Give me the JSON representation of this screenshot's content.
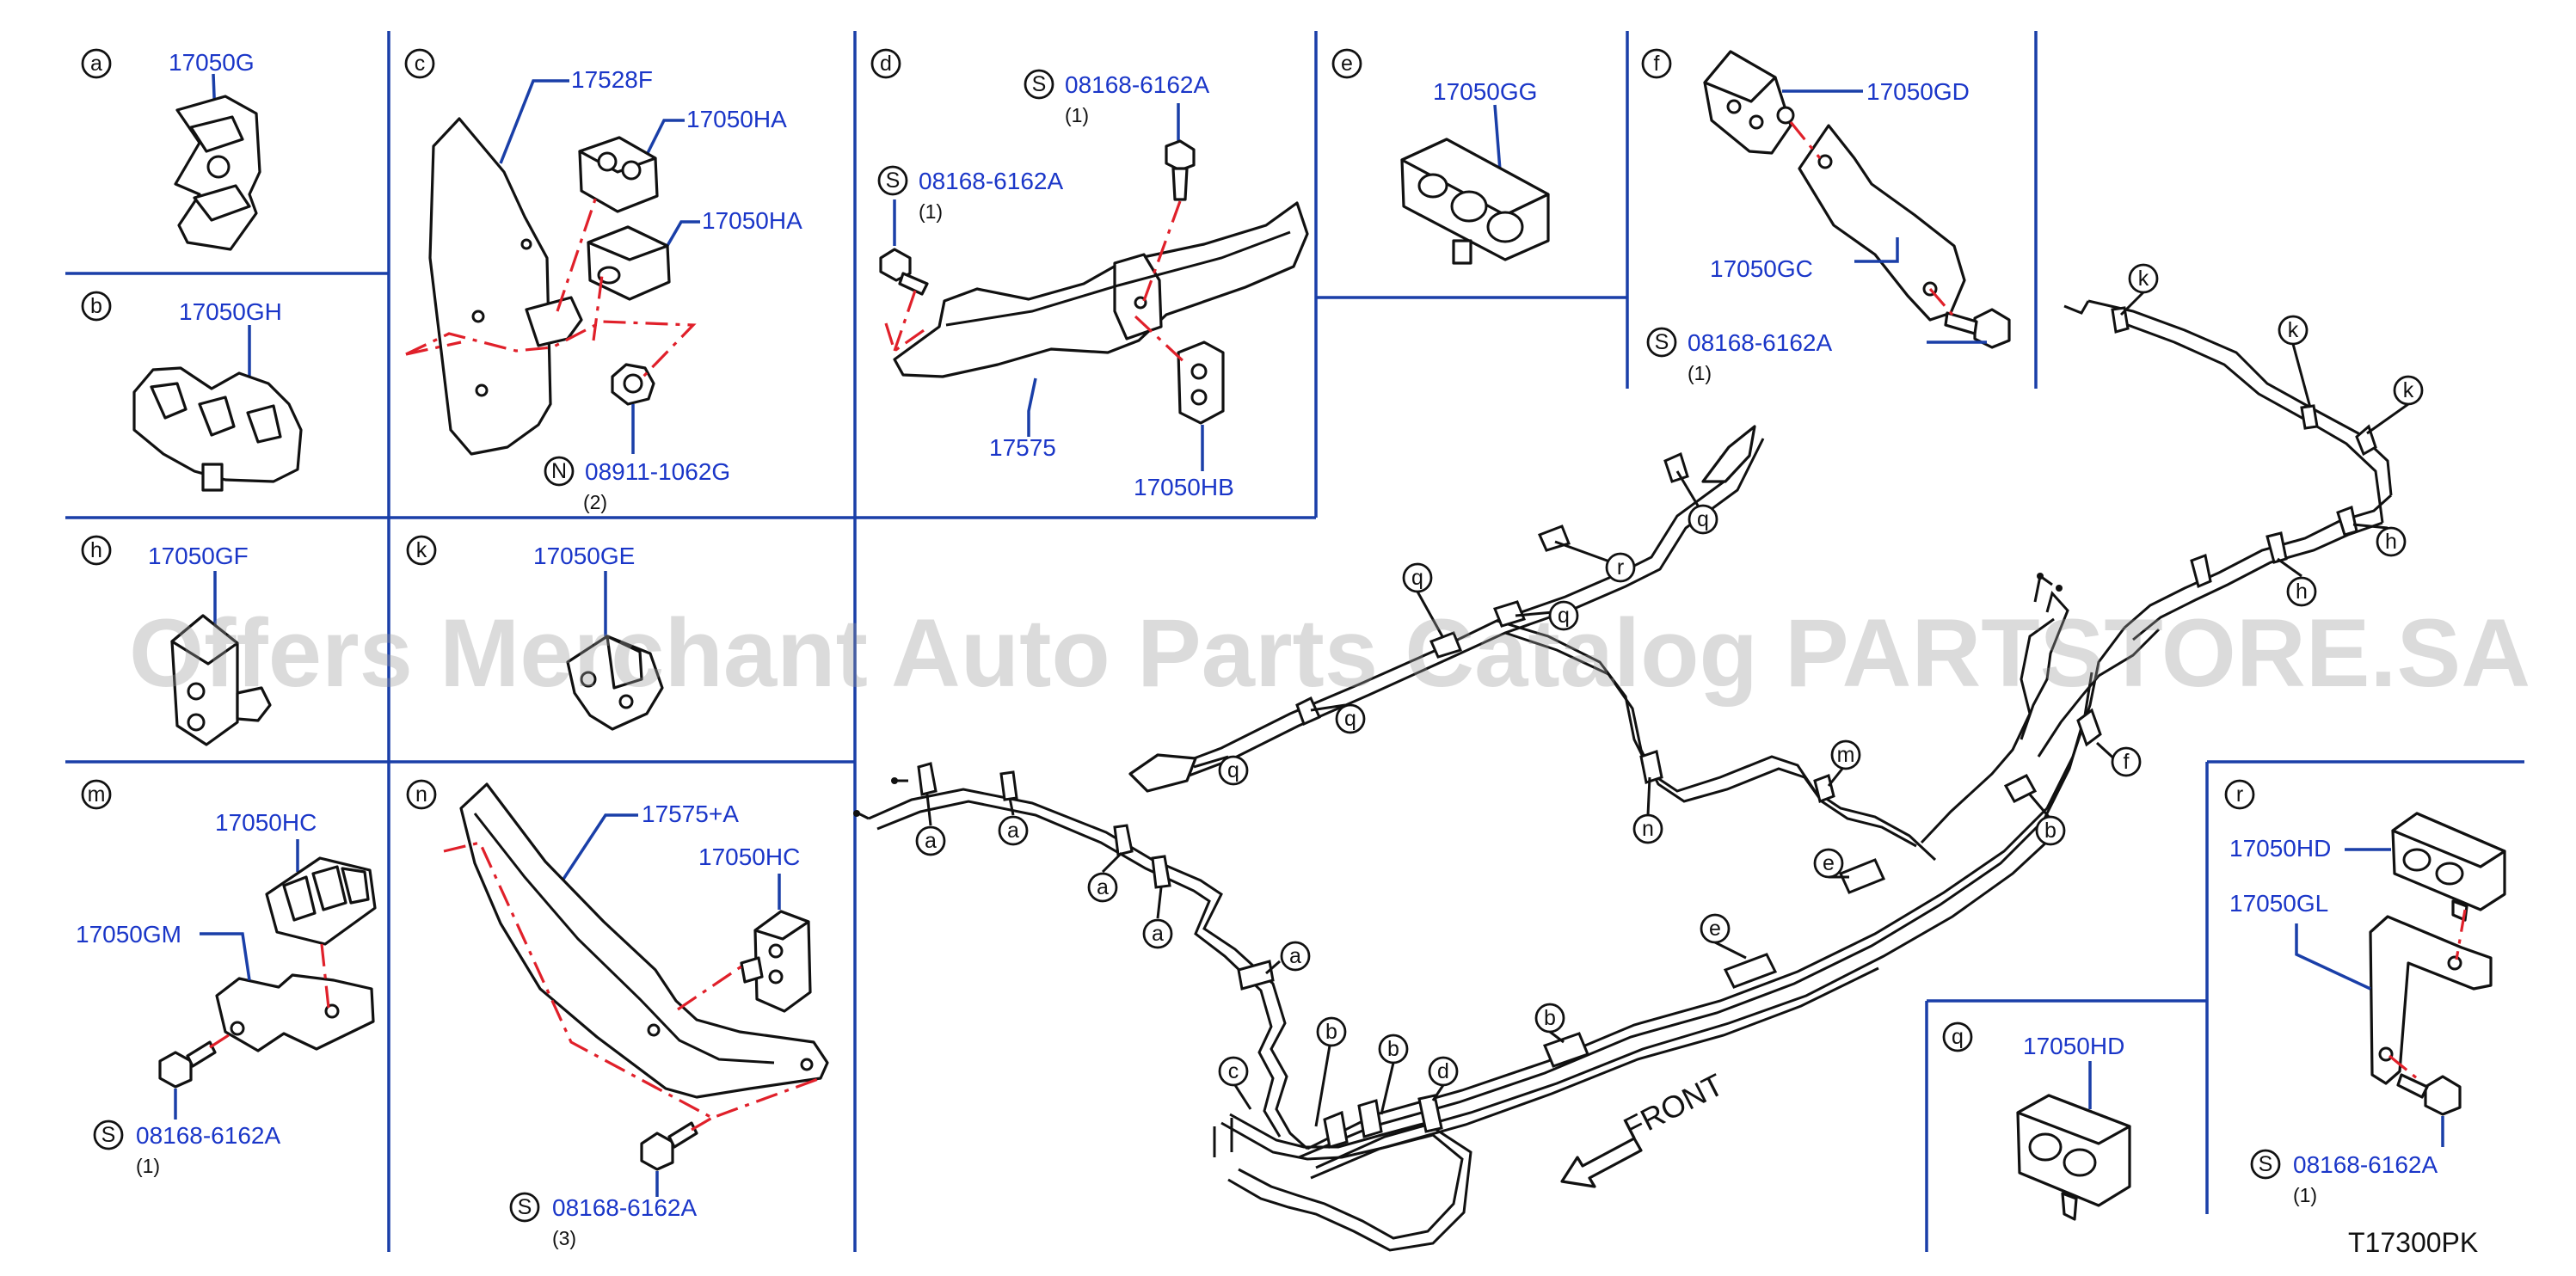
{
  "panels": [
    {
      "key": "a",
      "parts": [
        "17050G"
      ]
    },
    {
      "key": "b",
      "parts": [
        "17050GH"
      ]
    },
    {
      "key": "c",
      "parts": [
        "17528F",
        "17050HA",
        "17050HA"
      ],
      "fastener": {
        "prefix": "N",
        "number": "08911-1062G",
        "qty": "(2)"
      }
    },
    {
      "key": "d",
      "parts": [
        "17575",
        "17050HB"
      ],
      "fasteners": [
        {
          "prefix": "S",
          "number": "08168-6162A",
          "qty": "(1)"
        },
        {
          "prefix": "S",
          "number": "08168-6162A",
          "qty": "(1)"
        }
      ]
    },
    {
      "key": "e",
      "parts": [
        "17050GG"
      ]
    },
    {
      "key": "f",
      "parts": [
        "17050GD",
        "17050GC"
      ],
      "fastener": {
        "prefix": "S",
        "number": "08168-6162A",
        "qty": "(1)"
      }
    },
    {
      "key": "h",
      "parts": [
        "17050GF"
      ]
    },
    {
      "key": "k",
      "parts": [
        "17050GE"
      ]
    },
    {
      "key": "m",
      "parts": [
        "17050HC",
        "17050GM"
      ],
      "fastener": {
        "prefix": "S",
        "number": "08168-6162A",
        "qty": "(1)"
      }
    },
    {
      "key": "n",
      "parts": [
        "17575+A",
        "17050HC"
      ],
      "fastener": {
        "prefix": "S",
        "number": "08168-6162A",
        "qty": "(3)"
      }
    },
    {
      "key": "q",
      "parts": [
        "17050HD"
      ]
    },
    {
      "key": "r",
      "parts": [
        "17050HD",
        "17050GL"
      ],
      "fastener": {
        "prefix": "S",
        "number": "08168-6162A",
        "qty": "(1)"
      }
    }
  ],
  "overview_callouts": [
    "a",
    "a",
    "a",
    "a",
    "a",
    "b",
    "b",
    "b",
    "b",
    "c",
    "d",
    "e",
    "e",
    "f",
    "h",
    "h",
    "k",
    "k",
    "k",
    "m",
    "n",
    "q",
    "q",
    "q",
    "q",
    "q",
    "r"
  ],
  "front_label": "FRONT",
  "watermark": "Offers Merchant Auto Parts Catalog PARTSTORE.SA",
  "diagram_code": "T17300PK",
  "colors": {
    "part_number": "#1a36c8",
    "leader": "#1a3fa8",
    "dash_line": "#e0202a",
    "ink": "#111111"
  }
}
